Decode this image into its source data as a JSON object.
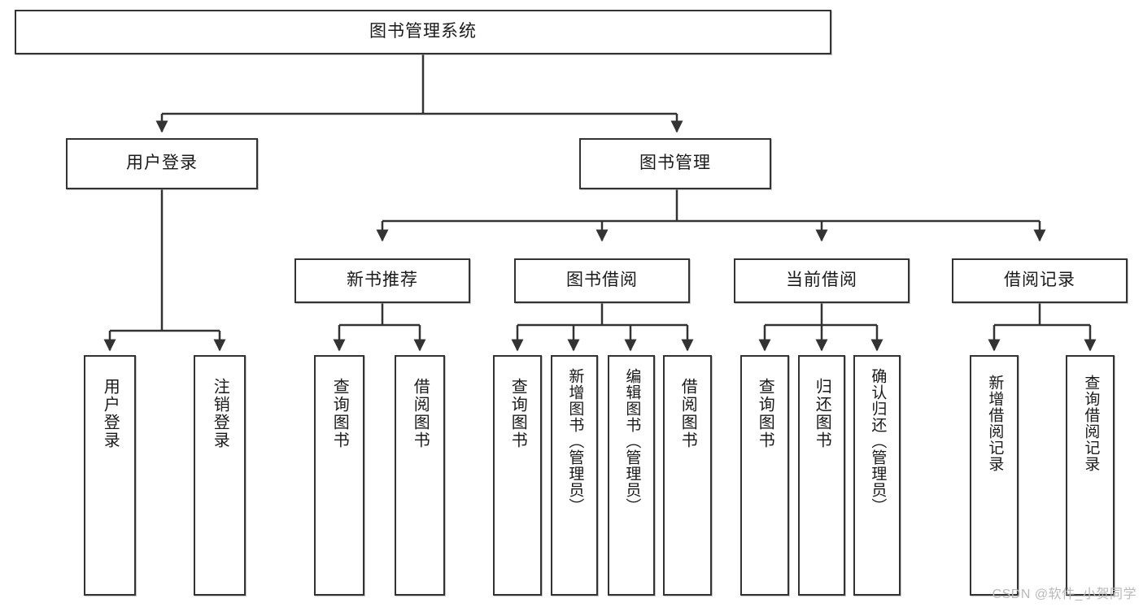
{
  "diagram": {
    "title": "图书管理系统",
    "type": "功能结构图",
    "watermark": "CSDN @软件_小贺同学",
    "colors": {
      "background": "#ffffff",
      "box_border": "#333333",
      "box_fill": "#ffffff",
      "edge": "#333333",
      "text": "#1a1a1a",
      "watermark": "#b9b9b9"
    },
    "nodes": {
      "root": {
        "label": "图书管理系统"
      },
      "level2": [
        {
          "id": "user-login",
          "label": "用户登录"
        },
        {
          "id": "book-manage",
          "label": "图书管理"
        }
      ],
      "level3": [
        {
          "id": "new-book-recommend",
          "label": "新书推荐"
        },
        {
          "id": "book-borrow",
          "label": "图书借阅"
        },
        {
          "id": "current-borrow",
          "label": "当前借阅"
        },
        {
          "id": "borrow-record",
          "label": "借阅记录"
        }
      ],
      "leaves": [
        {
          "id": "leaf-user-login",
          "label": "用户登录",
          "parent": "user-login"
        },
        {
          "id": "leaf-logout-login",
          "label": "注销登录",
          "parent": "user-login"
        },
        {
          "id": "leaf-query-book-1",
          "label": "查询图书",
          "parent": "new-book-recommend"
        },
        {
          "id": "leaf-borrow-book-1",
          "label": "借阅图书",
          "parent": "new-book-recommend"
        },
        {
          "id": "leaf-query-book-2",
          "label": "查询图书",
          "parent": "book-borrow"
        },
        {
          "id": "leaf-add-book",
          "label": "新增图书（管理员）",
          "parent": "book-borrow"
        },
        {
          "id": "leaf-edit-book",
          "label": "编辑图书（管理员）",
          "parent": "book-borrow"
        },
        {
          "id": "leaf-borrow-book-2",
          "label": "借阅图书",
          "parent": "book-borrow"
        },
        {
          "id": "leaf-query-book-3",
          "label": "查询图书",
          "parent": "current-borrow"
        },
        {
          "id": "leaf-return-book",
          "label": "归还图书",
          "parent": "current-borrow"
        },
        {
          "id": "leaf-confirm-return",
          "label": "确认归还（管理员）",
          "parent": "current-borrow"
        },
        {
          "id": "leaf-add-record",
          "label": "新增借阅记录",
          "parent": "borrow-record"
        },
        {
          "id": "leaf-query-record",
          "label": "查询借阅记录",
          "parent": "borrow-record"
        }
      ]
    }
  }
}
